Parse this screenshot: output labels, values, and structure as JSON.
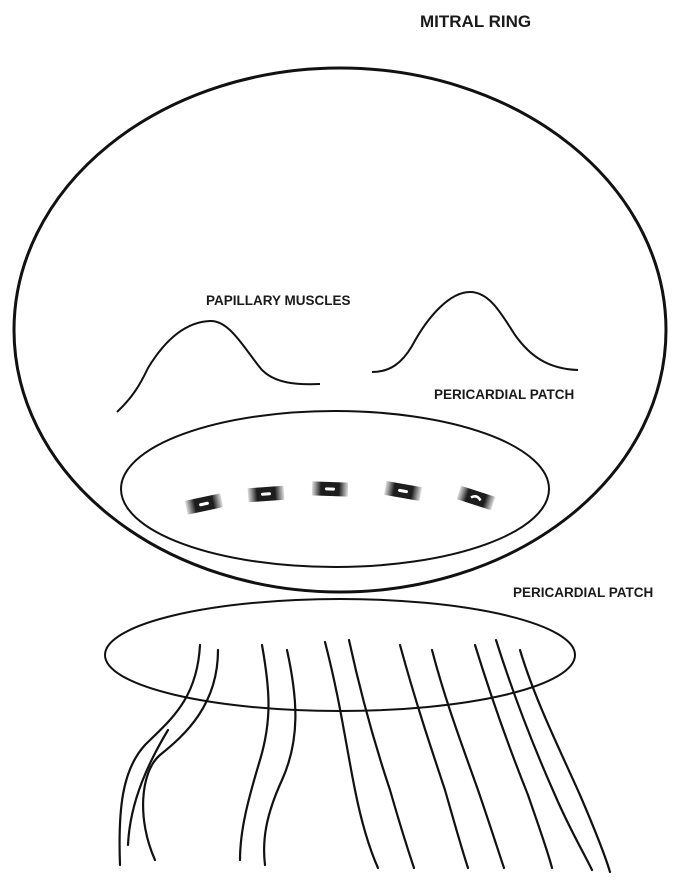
{
  "labels": {
    "mitral_ring": "MITRAL RING",
    "papillary_muscles": "PAPILLARY MUSCLES",
    "pericardial_patch_inner": "PERICARDIAL PATCH",
    "pericardial_patch_lower": "PERICARDIAL PATCH"
  },
  "counts": {
    "sutures": 5,
    "chordae_strands": 12
  }
}
